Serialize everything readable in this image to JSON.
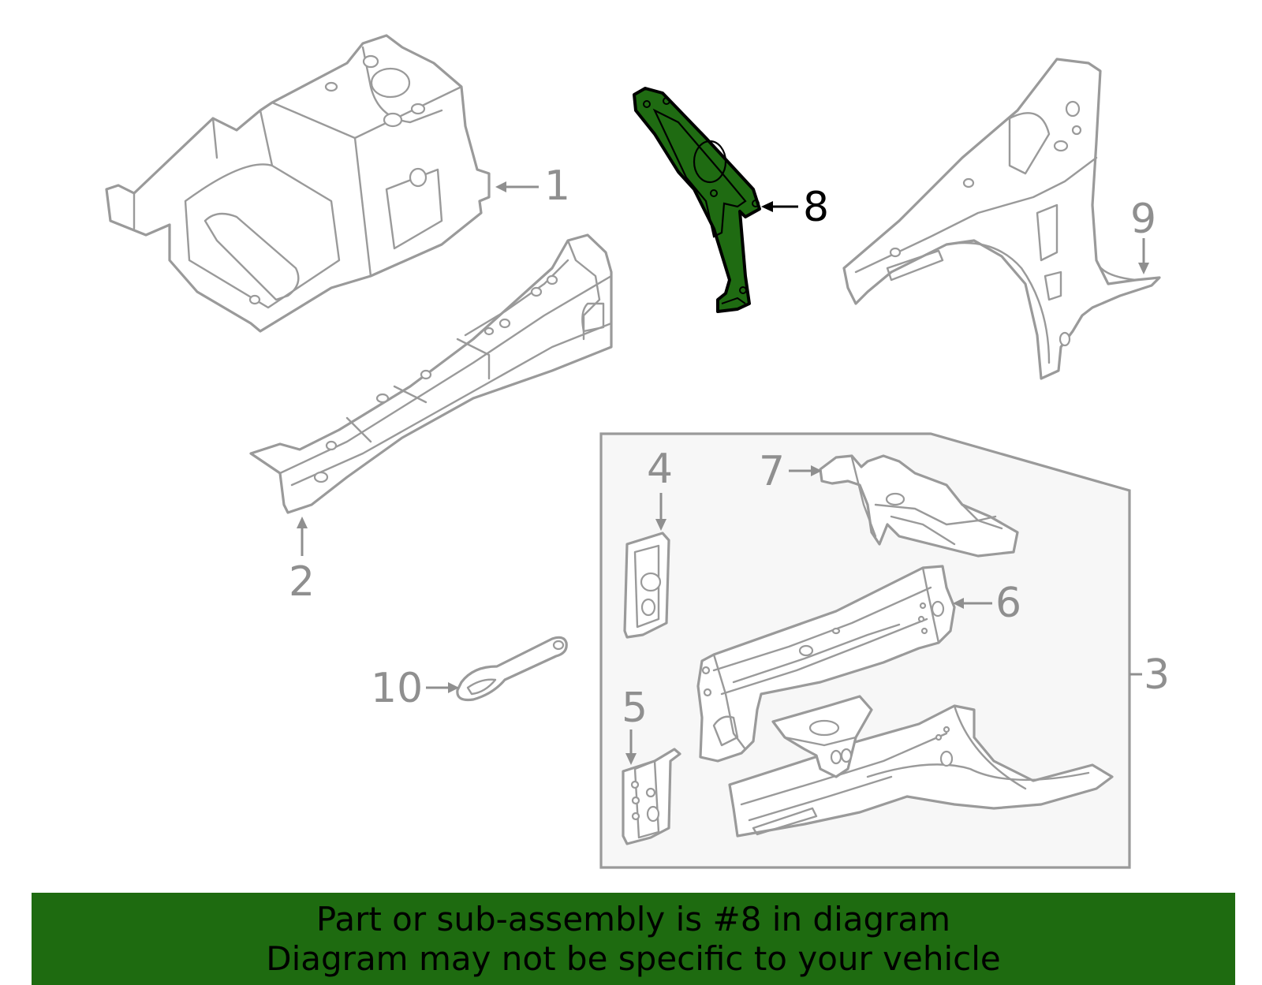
{
  "colors": {
    "part_stroke": "#9a9a9a",
    "highlight_fill": "#1f6b12",
    "highlight_stroke": "#000000",
    "banner_background": "#1e6b10",
    "subassembly_box_fill": "#f7f7f7",
    "callout_text": "#8f8f8f",
    "highlight_callout_text": "#000000"
  },
  "highlighted_part": "8",
  "callouts": {
    "c1": "1",
    "c2": "2",
    "c3": "3",
    "c4": "4",
    "c5": "5",
    "c6": "6",
    "c7": "7",
    "c8": "8",
    "c9": "9",
    "c10": "10"
  },
  "banner": {
    "line1": "Part or sub-assembly is #8 in diagram",
    "line2": "Diagram may not be specific to your vehicle"
  }
}
